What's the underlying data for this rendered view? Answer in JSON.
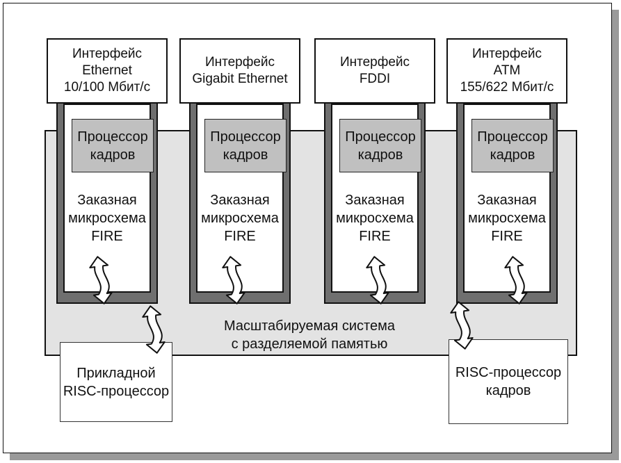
{
  "modules": [
    {
      "interface": "Интерфейс\nEthernet\n10/100 Мбит/с",
      "processor": "Процессор\nкадров",
      "chip": "Заказная\nмикросхема\nFIRE"
    },
    {
      "interface": "Интерфейс\nGigabit Ethernet",
      "processor": "Процессор\nкадров",
      "chip": "Заказная\nмикросхема\nFIRE"
    },
    {
      "interface": "Интерфейс\nFDDI",
      "processor": "Процессор\nкадров",
      "chip": "Заказная\nмикросхема\nFIRE"
    },
    {
      "interface": "Интерфейс\nATM\n155/622 Мбит/с",
      "processor": "Процессор\nкадров",
      "chip": "Заказная\nмикросхема\nFIRE"
    }
  ],
  "shared_memory": {
    "label": "Масштабируемая система\nс разделяемой памятью"
  },
  "app_processor": {
    "label": "Прикладной\nRISC-процессор"
  },
  "frame_processor": {
    "label": "RISC-процессор\nкадров"
  },
  "colors": {
    "shared_fill": "#e3e3e3",
    "fire_frame": "#6f6f6f",
    "processor_fill": "#c0c0c0",
    "shadow": "#9a9a9a"
  }
}
